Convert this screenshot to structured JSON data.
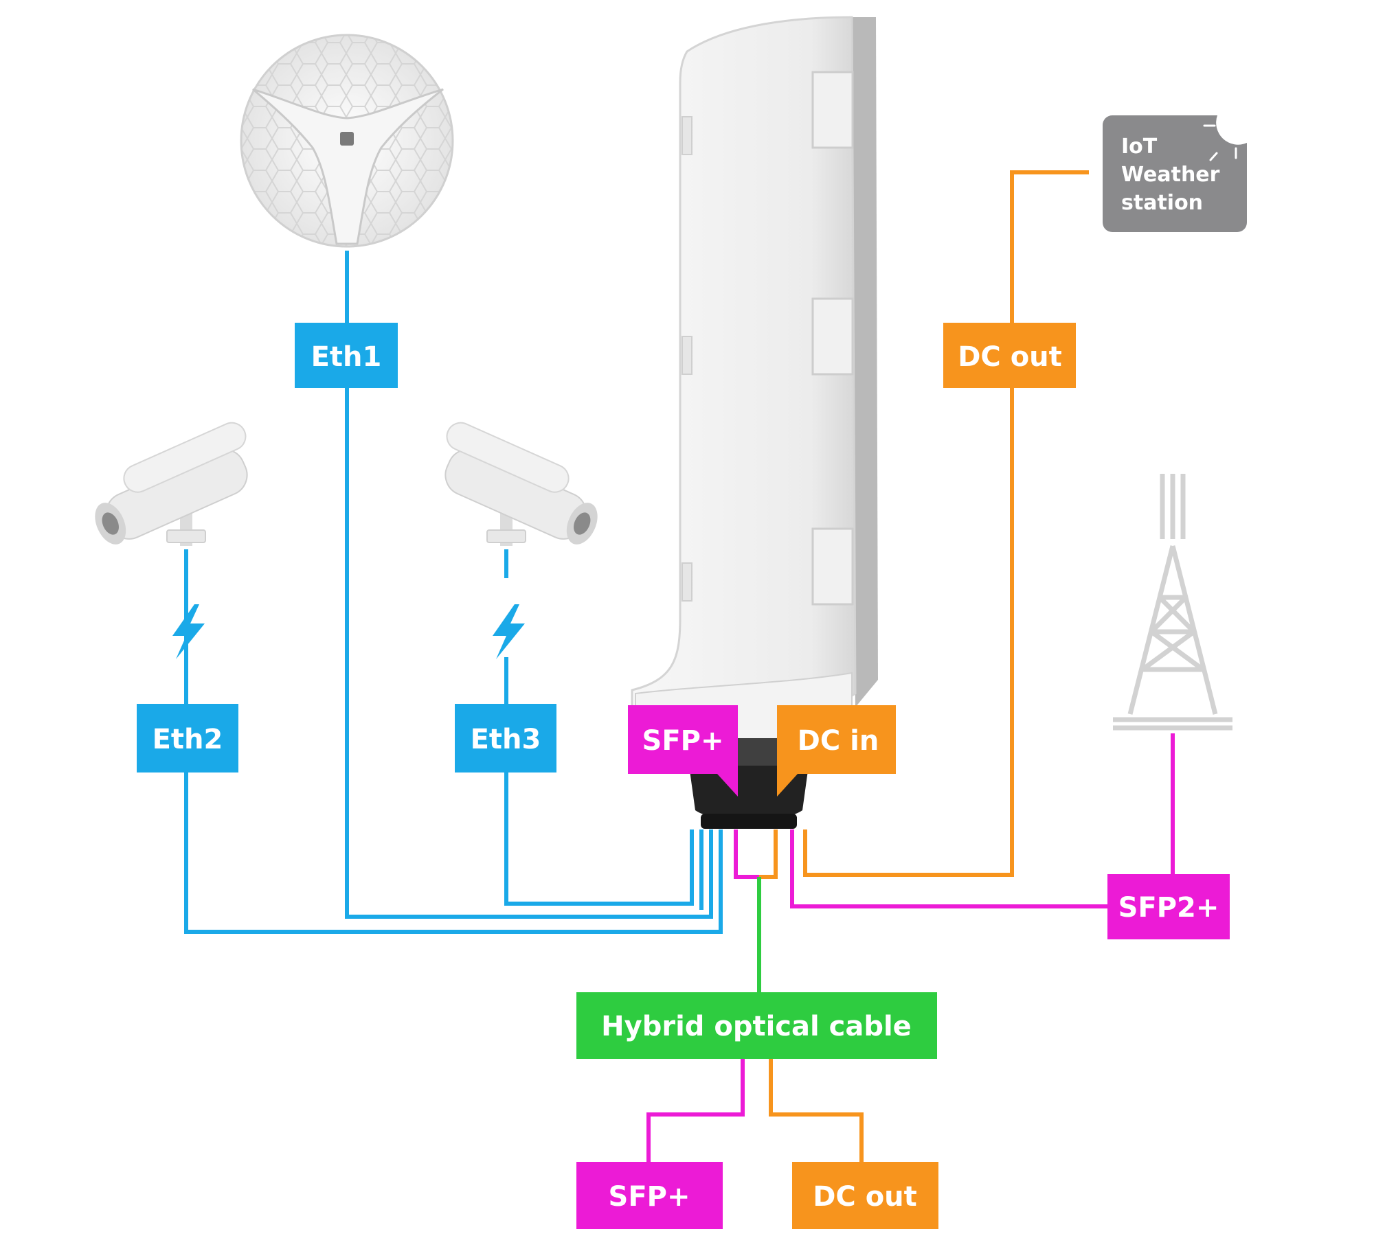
{
  "colors": {
    "ethernet": "#1aa9e8",
    "power": "#f7941d",
    "sfp": "#ec1bd6",
    "hybrid": "#2ecc40",
    "iot_box": "#8a8a8c",
    "device_body": "#ececec"
  },
  "labels": {
    "eth1": "Eth1",
    "eth2": "Eth2",
    "eth3": "Eth3",
    "dc_out_top": "DC out",
    "sfp_port": "SFP+",
    "dc_in": "DC in",
    "sfp2": "SFP2+",
    "hybrid": "Hybrid optical cable",
    "sfp_bottom": "SFP+",
    "dc_out_bottom": "DC out"
  },
  "iot": {
    "line1": "IoT",
    "line2": "Weather",
    "line3": "station"
  },
  "icons": {
    "antenna": "dish-antenna-icon",
    "camera": "cctv-camera-icon",
    "poe": "lightning-bolt-icon",
    "tower": "cell-tower-icon",
    "sun": "sun-icon"
  }
}
